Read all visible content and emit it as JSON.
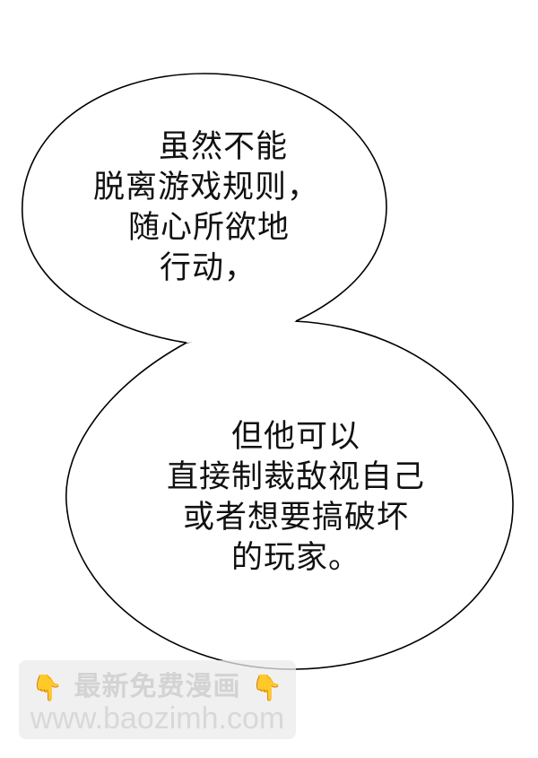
{
  "top_bubble": {
    "lines": [
      "虽然不能",
      "脱离游戏规则，",
      "随心所欲地",
      "行动，"
    ]
  },
  "bottom_bubble": {
    "lines": [
      "但他可以",
      "直接制裁敌视自己",
      "或者想要搞破坏",
      "的玩家。"
    ]
  },
  "watermark": {
    "title": "最新免费漫画",
    "url": "www.baozimh.com",
    "icon_left": "pointing-down-hand-icon",
    "icon_right": "pointing-down-hand-icon",
    "hand_glyph": "👇"
  },
  "colors": {
    "outline": "#000000",
    "text": "#111111",
    "watermark_bg": "#ebebeb",
    "watermark_text": "#d3d3d3",
    "hand": "#f5b82e"
  }
}
